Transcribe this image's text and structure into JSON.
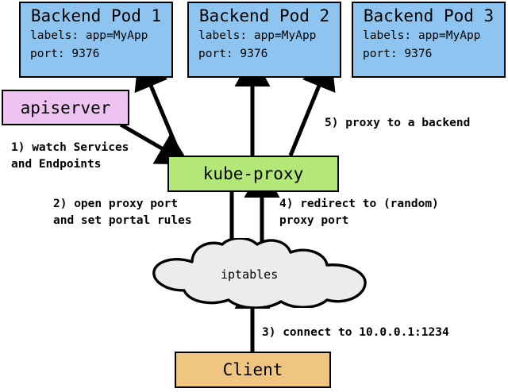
{
  "diagram": {
    "title": "kube-proxy service routing diagram",
    "colors": {
      "pod_fill": "#8ec5f0",
      "apiserver_fill": "#eec3f2",
      "kubeproxy_fill": "#b3e878",
      "client_fill": "#efc580",
      "cloud_fill": "#ececec",
      "stroke": "#000000",
      "background": "#ffffff"
    },
    "pods": [
      {
        "title": "Backend Pod 1",
        "labels_line": "labels: app=MyApp",
        "port_line": "port: 9376"
      },
      {
        "title": "Backend Pod 2",
        "labels_line": "labels: app=MyApp",
        "port_line": "port: 9376"
      },
      {
        "title": "Backend Pod 3",
        "labels_line": "labels: app=MyApp",
        "port_line": "port: 9376"
      }
    ],
    "apiserver": {
      "label": "apiserver"
    },
    "kubeproxy": {
      "label": "kube-proxy"
    },
    "iptables": {
      "label": "iptables"
    },
    "client": {
      "label": "Client"
    },
    "steps": [
      {
        "id": "step-1",
        "line1": "1) watch Services",
        "line2": "and Endpoints"
      },
      {
        "id": "step-2",
        "line1": "2) open proxy port",
        "line2": "and set portal rules"
      },
      {
        "id": "step-3",
        "line1": "3) connect to 10.0.0.1:1234",
        "line2": ""
      },
      {
        "id": "step-4",
        "line1": "4) redirect to (random)",
        "line2": "proxy port"
      },
      {
        "id": "step-5",
        "line1": "5) proxy to a backend",
        "line2": ""
      }
    ]
  }
}
